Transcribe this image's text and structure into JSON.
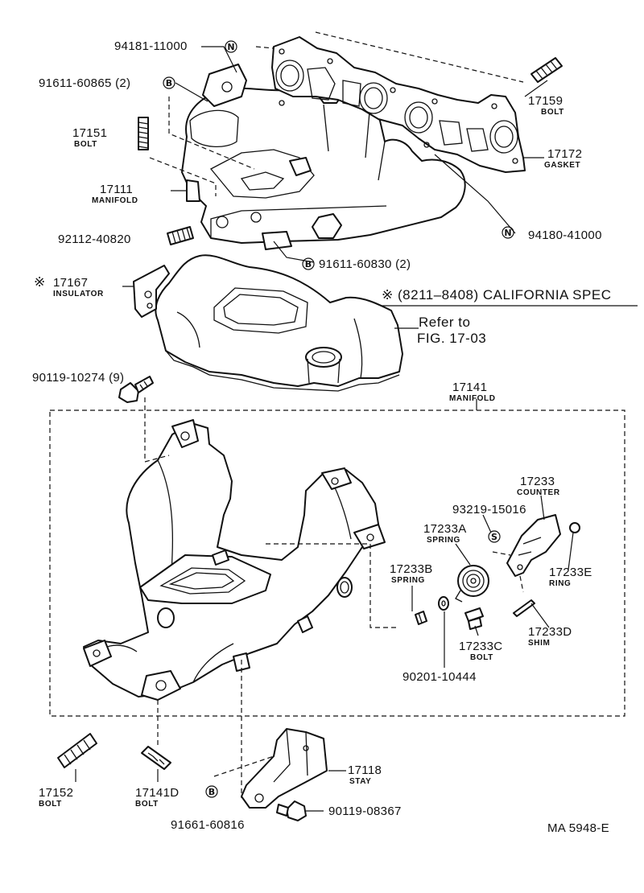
{
  "diagram": {
    "labels": {
      "p94181": "94181-11000",
      "p91611a": "91611-60865 (2)",
      "p17151": "17151",
      "p17151_sub": "BOLT",
      "p17111": "17111",
      "p17111_sub": "MANIFOLD",
      "p92112": "92112-40820",
      "p17159": "17159",
      "p17159_sub": "BOLT",
      "p17172": "17172",
      "p17172_sub": "GASKET",
      "p94180": "94180-41000",
      "p91611b": "91611-60830 (2)",
      "p17167": "17167",
      "p17167_sub": "INSULATOR",
      "california": "(8211–8408) CALIFORNIA SPEC",
      "refer1": "Refer to",
      "refer2": "FIG. 17-03",
      "p90119a": "90119-10274 (9)",
      "p17141": "17141",
      "p17141_sub": "MANIFOLD",
      "p17233": "17233",
      "p17233_sub": "COUNTER",
      "p93219": "93219-15016",
      "p17233A": "17233A",
      "p17233A_sub": "SPRING",
      "p17233B": "17233B",
      "p17233B_sub": "SPRING",
      "p17233E": "17233E",
      "p17233E_sub": "RING",
      "p17233C": "17233C",
      "p17233C_sub": "BOLT",
      "p17233D": "17233D",
      "p17233D_sub": "SHIM",
      "p90201": "90201-10444",
      "p17152": "17152",
      "p17152_sub": "BOLT",
      "p17141D": "17141D",
      "p17141D_sub": "BOLT",
      "p17118": "17118",
      "p17118_sub": "STAY",
      "p90119b": "90119-08367",
      "p91661": "91661-60816",
      "code": "MA  5948-E"
    },
    "marks": {
      "n": "N",
      "b": "B",
      "s": "S",
      "asterisk": "※"
    }
  }
}
